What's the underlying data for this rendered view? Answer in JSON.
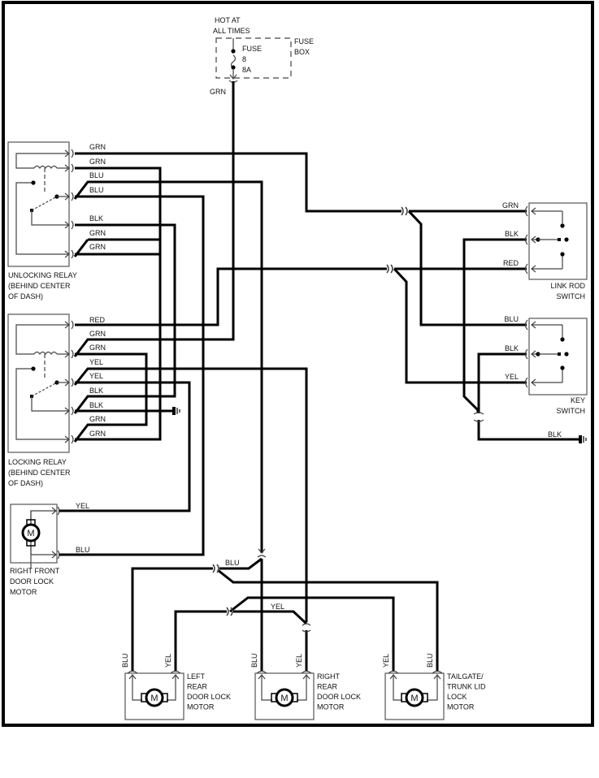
{
  "fuse": {
    "source": [
      "HOT AT",
      "ALL TIMES"
    ],
    "fuse_label": [
      "FUSE",
      "8",
      "8A"
    ],
    "box_label": [
      "FUSE",
      "BOX"
    ],
    "output_wire": "GRN"
  },
  "unlocking_relay": {
    "label": [
      "UNLOCKING RELAY",
      "(BEHIND CENTER",
      "OF DASH)"
    ],
    "wires": [
      "GRN",
      "GRN",
      "BLU",
      "BLU",
      "BLK",
      "GRN",
      "GRN"
    ]
  },
  "locking_relay": {
    "label": [
      "LOCKING RELAY",
      "(BEHIND CENTER",
      "OF DASH)"
    ],
    "wires": [
      "RED",
      "GRN",
      "GRN",
      "YEL",
      "YEL",
      "BLK",
      "BLK",
      "GRN",
      "GRN"
    ]
  },
  "right_front_motor": {
    "label": [
      "RIGHT FRONT",
      "DOOR LOCK",
      "MOTOR"
    ],
    "wires": [
      "YEL",
      "BLU"
    ],
    "symbol": "M"
  },
  "link_rod_switch": {
    "label": [
      "LINK ROD",
      "SWITCH"
    ],
    "wires": [
      "GRN",
      "BLK",
      "RED"
    ]
  },
  "key_switch": {
    "label": [
      "KEY",
      "SWITCH"
    ],
    "wires": [
      "BLU",
      "BLK",
      "YEL"
    ]
  },
  "ground_wire": "BLK",
  "splices": {
    "blu": "BLU",
    "yel": "YEL"
  },
  "left_rear_motor": {
    "label": [
      "LEFT",
      "REAR",
      "DOOR LOCK",
      "MOTOR"
    ],
    "wires": [
      "BLU",
      "YEL"
    ],
    "symbol": "M"
  },
  "right_rear_motor": {
    "label": [
      "RIGHT",
      "REAR",
      "DOOR LOCK",
      "MOTOR"
    ],
    "wires": [
      "BLU",
      "YEL"
    ],
    "symbol": "M"
  },
  "tailgate_motor": {
    "label": [
      "TAILGATE/",
      "TRUNK LID",
      "LOCK",
      "MOTOR"
    ],
    "wires": [
      "YEL",
      "BLU"
    ],
    "symbol": "M"
  },
  "colors": {
    "wire": "#000000",
    "box": "#555555",
    "frame": "#000000"
  }
}
